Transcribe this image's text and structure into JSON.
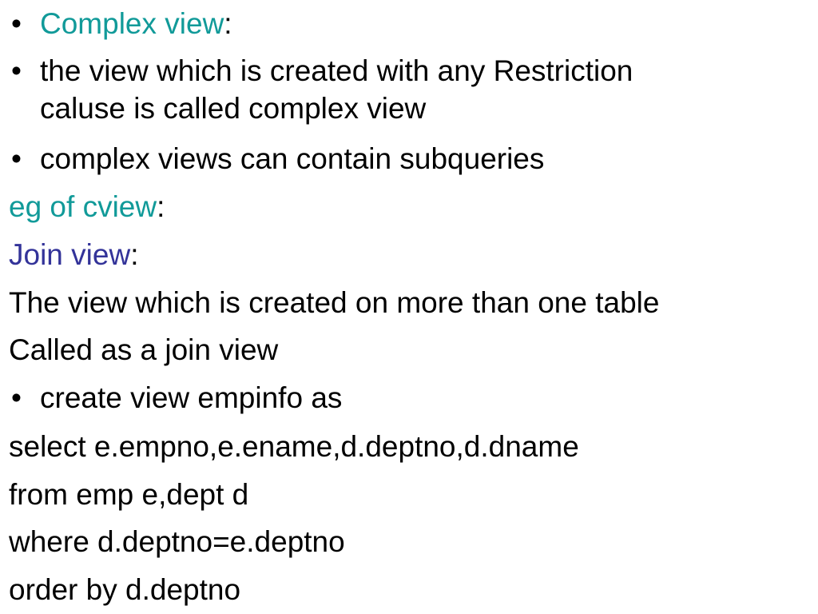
{
  "colors": {
    "teal_heading": "#119a99",
    "navy_heading": "#333399",
    "text": "#000000",
    "background": "#ffffff"
  },
  "bullet_glyph": "•",
  "lines": {
    "complex_view_heading": "Complex view",
    "complex_view_colon": ":",
    "restriction_line_1": "the view which is created with any Restriction",
    "restriction_line_2": "caluse  is called complex view",
    "subqueries": "complex views can contain subqueries",
    "eg_heading": "eg of cview",
    "eg_colon": ":",
    "join_view_heading": "Join view",
    "join_view_colon": ":",
    "join_definition_1": "The view which is created on more than one table",
    "join_definition_2": "Called as a join view",
    "sql_create": "create view empinfo as",
    "sql_select": "select e.empno,e.ename,d.deptno,d.dname",
    "sql_from": "from emp e,dept d",
    "sql_where": "where d.deptno=e.deptno",
    "sql_order": "order by d.deptno"
  }
}
